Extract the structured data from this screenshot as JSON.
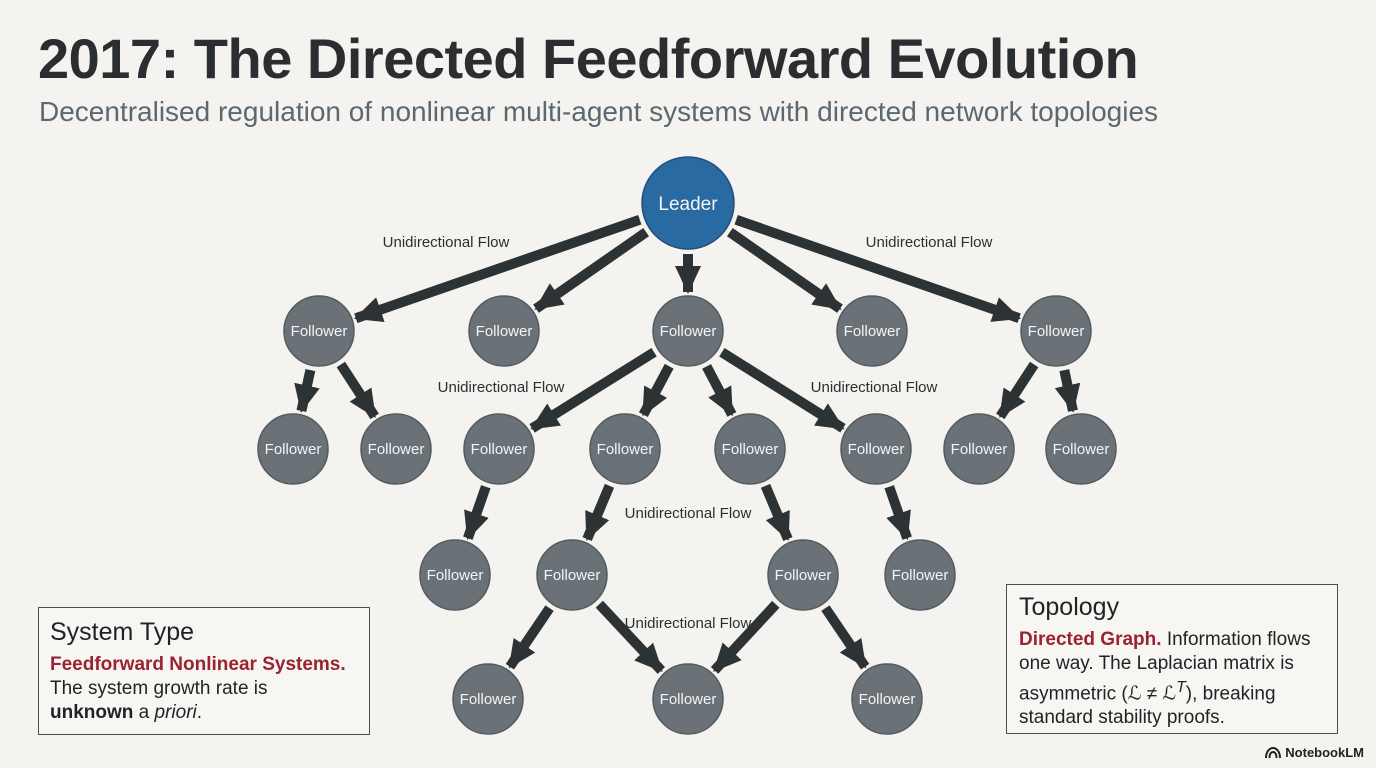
{
  "title": "2017: The Directed Feedforward Evolution",
  "subtitle": "Decentralised regulation of nonlinear multi-agent systems with directed network topologies",
  "colors": {
    "leader": "#2a6aa3",
    "follower": "#6a7278",
    "arrow": "#2d3235",
    "accent": "#9b2230",
    "background": "#f4f3ef"
  },
  "diagram": {
    "leader_label": "Leader",
    "follower_label": "Follower",
    "flow_label": "Unidirectional Flow"
  },
  "system_box": {
    "heading": "System Type",
    "accent": "Feedforward Nonlinear Systems.",
    "text1": "The system growth rate is",
    "bold": "unknown",
    "text2": " a ",
    "italic": "priori",
    "text3": "."
  },
  "topology_box": {
    "heading": "Topology",
    "accent": "Directed Graph.",
    "text1": " Information flows one way. The Laplacian matrix is asymmetric (",
    "math": "ℒ ≠ ℒ",
    "math_sup": "T",
    "text2": "), breaking standard stability proofs."
  },
  "brand": {
    "icon": "notebooklm-logo-icon",
    "name": "NotebookLM"
  }
}
